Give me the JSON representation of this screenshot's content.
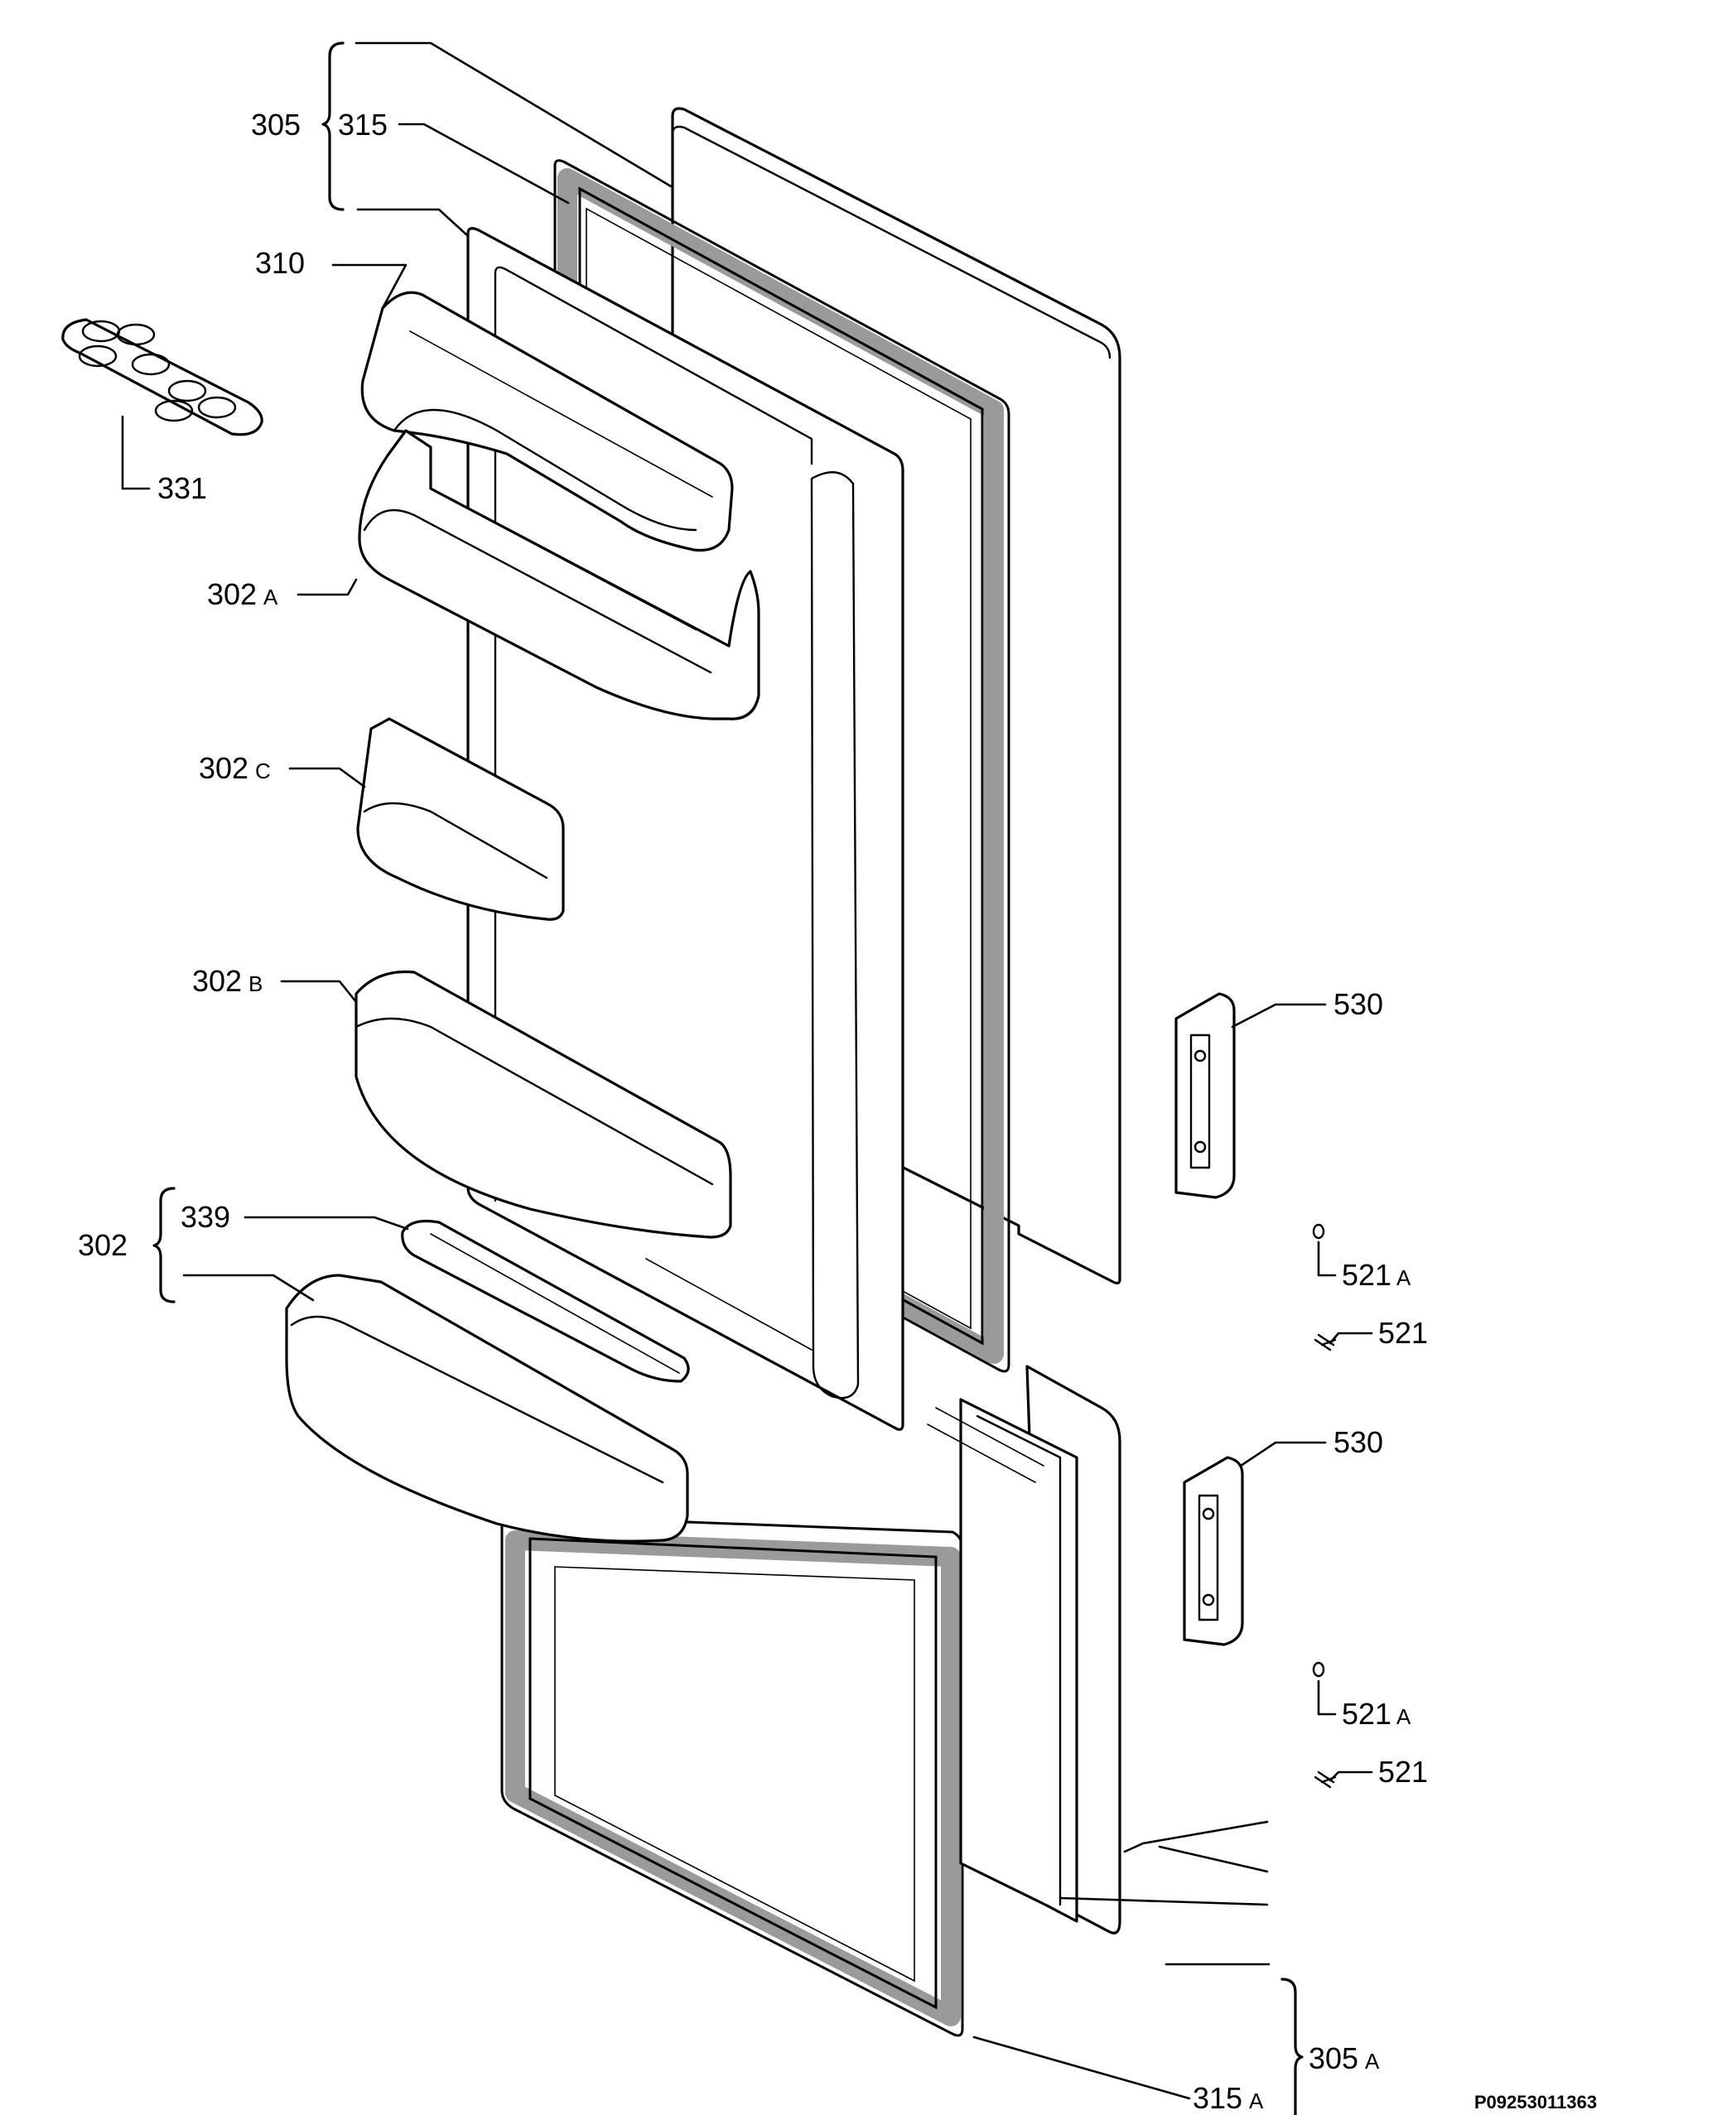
{
  "labels": {
    "l305": "305",
    "l315": "315",
    "l310": "310",
    "l331": "331",
    "l302a_num": "302",
    "l302a_suf": "A",
    "l302c_num": "302",
    "l302c_suf": "C",
    "l302b_num": "302",
    "l302b_suf": "B",
    "l302": "302",
    "l339": "339",
    "l530_top": "530",
    "l521a_top_num": "521",
    "l521a_top_suf": "A",
    "l521_top": "521",
    "l530_bottom": "530",
    "l521a_bottom_num": "521",
    "l521a_bottom_suf": "A",
    "l521_bottom": "521",
    "l305a_num": "305",
    "l305a_suf": "A",
    "l315a_num": "315",
    "l315a_suf": "A"
  },
  "footer": {
    "code": "P09253011363"
  },
  "colors": {
    "line": "#000000",
    "gasket_fill": "#9a9a9a",
    "background": "#ffffff"
  }
}
